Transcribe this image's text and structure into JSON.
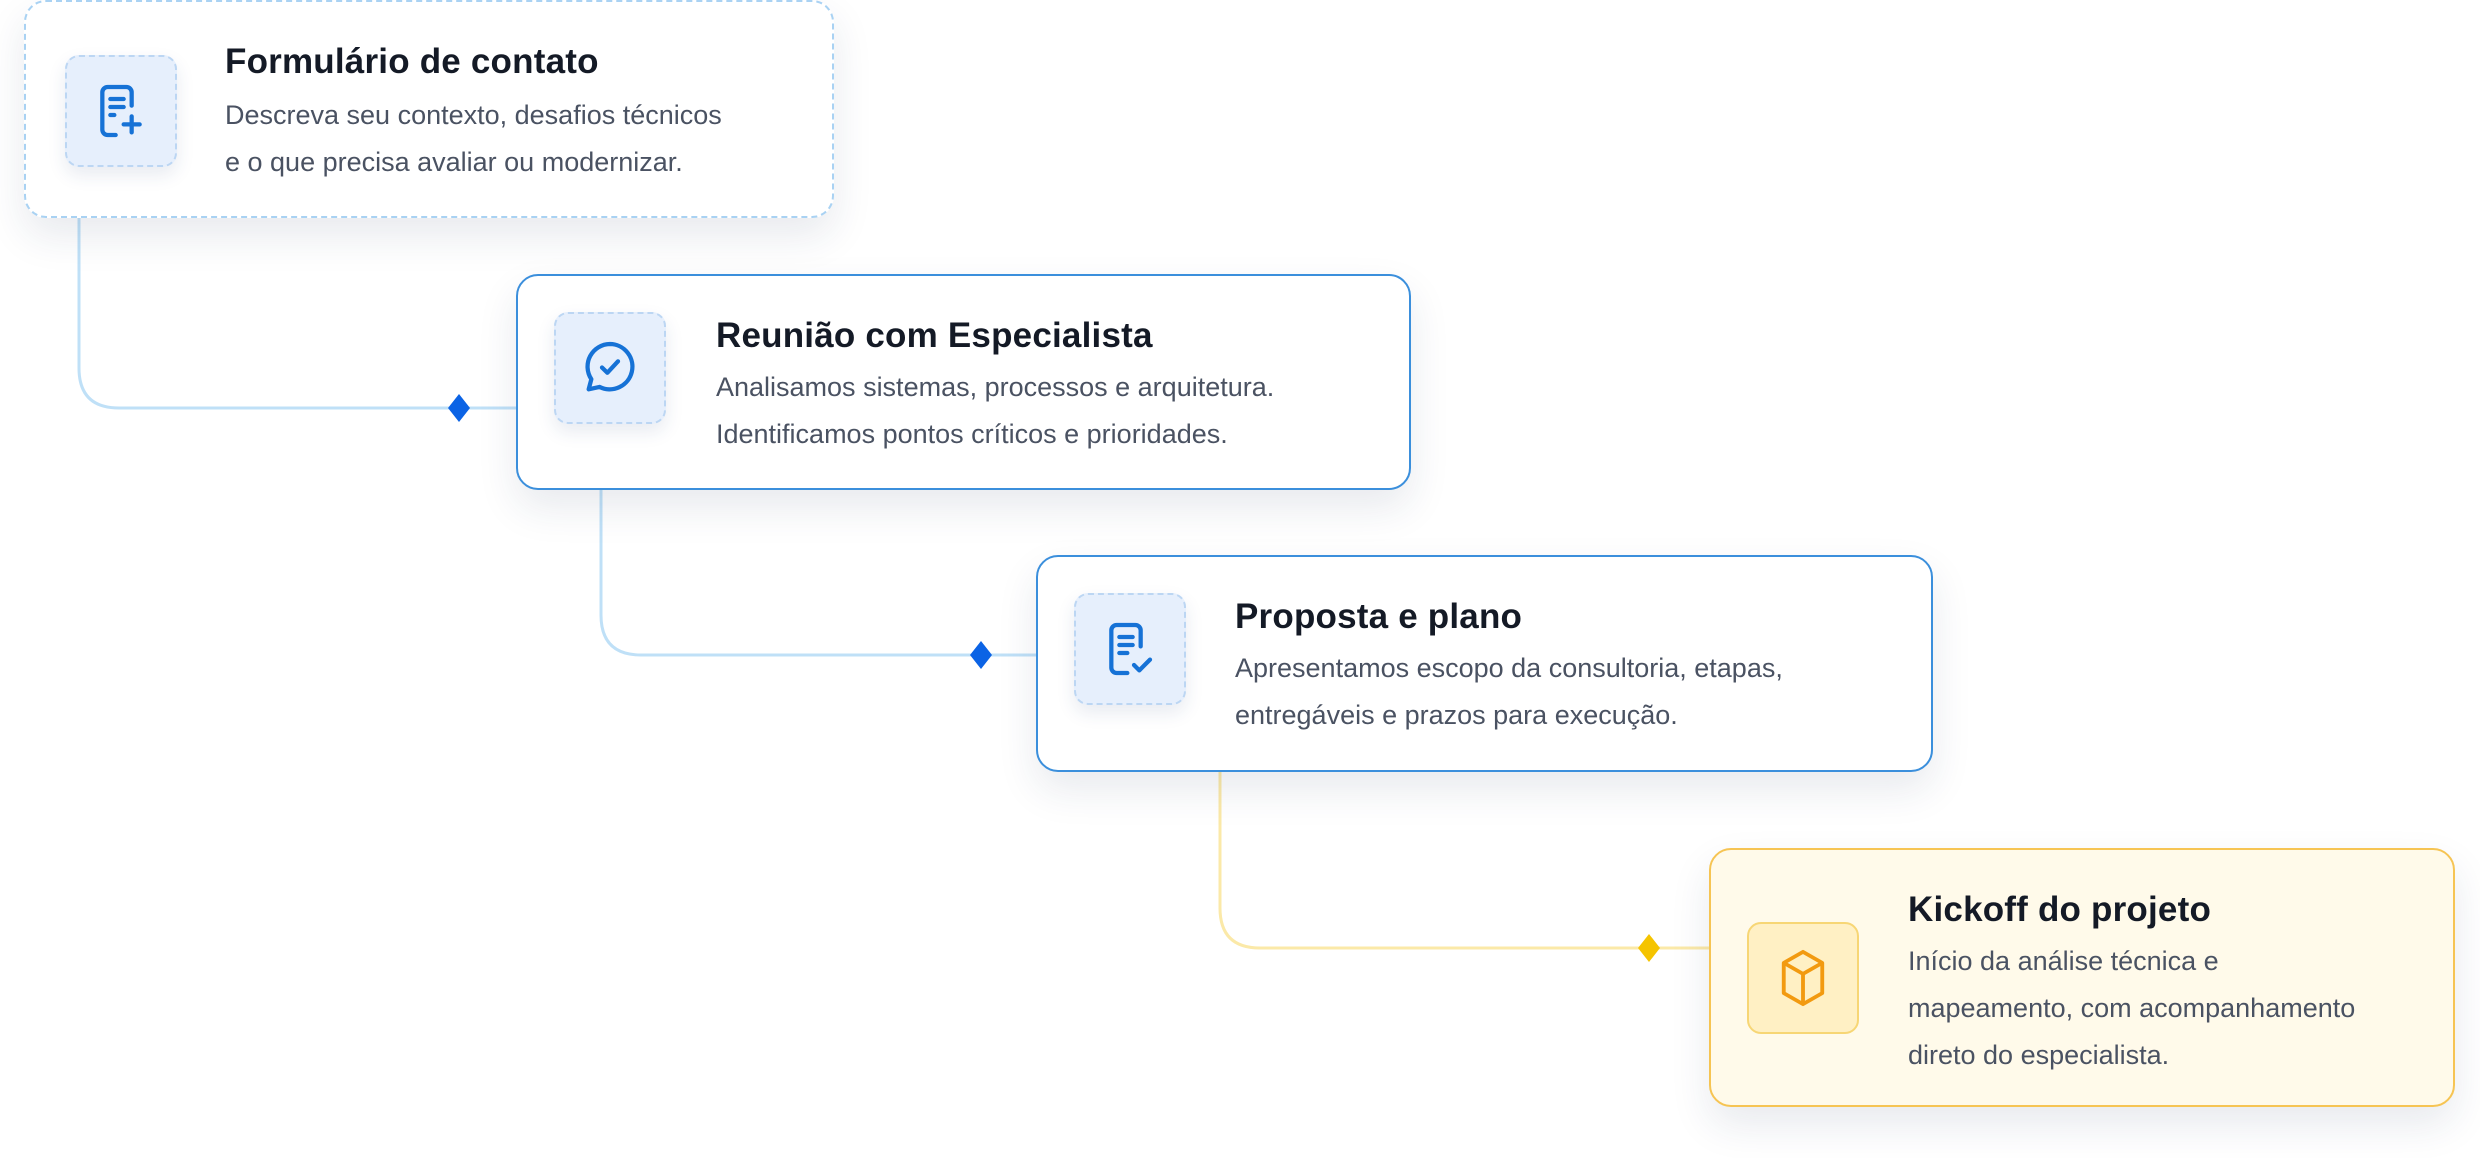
{
  "colors": {
    "blue": "#1a73e8",
    "light_blue": "#a9d2f3",
    "gold": "#f5c400",
    "gold_bg": "#fffaea"
  },
  "steps": [
    {
      "icon": "document-plus-icon",
      "title": "Formulário de contato",
      "lines": [
        "Descreva seu contexto, desafios técnicos",
        "e o que precisa avaliar ou modernizar."
      ]
    },
    {
      "icon": "chat-check-icon",
      "title": "Reunião com Especialista",
      "lines": [
        "Analisamos sistemas, processos e arquitetura.",
        "Identificamos pontos críticos e prioridades."
      ]
    },
    {
      "icon": "document-check-icon",
      "title": "Proposta e plano",
      "lines": [
        "Apresentamos escopo da consultoria, etapas,",
        "entregáveis e prazos para execução."
      ]
    },
    {
      "icon": "cube-icon",
      "title": "Kickoff do projeto",
      "lines": [
        "Início da análise técnica e",
        "mapeamento, com acompanhamento",
        "direto do especialista."
      ]
    }
  ]
}
